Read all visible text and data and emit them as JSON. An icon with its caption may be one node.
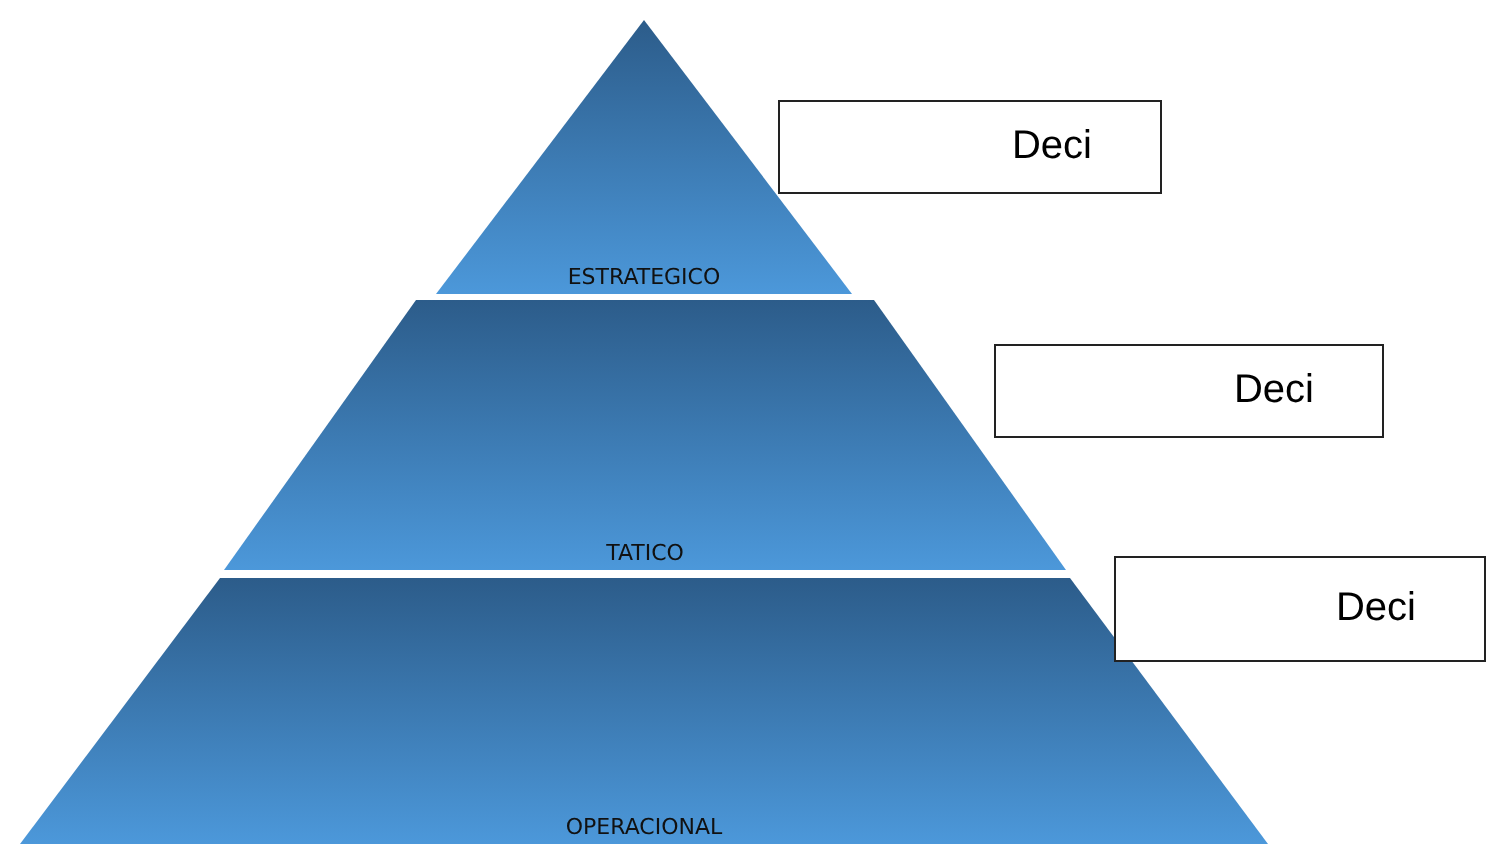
{
  "diagram": {
    "nodes": [
      {
        "text": [
          "ESTRATEGICO"
        ]
      },
      {
        "text": [
          "Deci"
        ]
      },
      {
        "text": [
          "TATICO"
        ]
      },
      {
        "text": [
          "Deci"
        ]
      },
      {
        "text": [
          "OPERACIONAL"
        ]
      },
      {
        "text": [
          "Deci"
        ]
      }
    ],
    "edges": []
  }
}
